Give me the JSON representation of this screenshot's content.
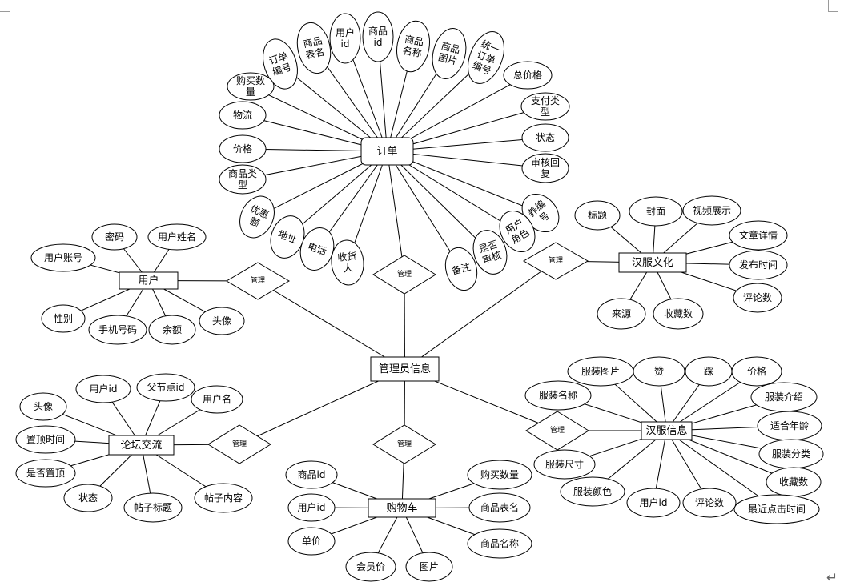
{
  "entities": {
    "order": "订单",
    "user": "用户",
    "admin": "管理员信息",
    "culture": "汉服文化",
    "forum": "论坛交流",
    "hanfu": "汉服信息",
    "cart": "购物车"
  },
  "relations": {
    "order_admin": "管理",
    "user_admin": "管理",
    "culture_admin": "管理",
    "forum_admin": "管理",
    "hanfu_admin": "管理",
    "cart_admin": "管理"
  },
  "order_attrs": {
    "order_no": "订单编号",
    "goods_table": "商品表名",
    "user_id": "用户id",
    "goods_id": "商品id",
    "goods_name": "商品名称",
    "goods_image": "商品图片",
    "unified_order_no": "统一订单编号",
    "total_price": "总价格",
    "pay_type": "支付类型",
    "status": "状态",
    "review_reply": "审核回复",
    "merchant_no": "养编号",
    "user_role": "用户角色",
    "is_reviewed": "是否审核",
    "remark": "备注",
    "receiver": "收货人",
    "phone": "电话",
    "address": "地址",
    "discount": "优惠额",
    "goods_type": "商品类型",
    "price": "价格",
    "logistics": "物流",
    "quantity": "购买数量"
  },
  "user_attrs": {
    "password": "密码",
    "name": "用户姓名",
    "account": "用户账号",
    "gender": "性别",
    "mobile": "手机号码",
    "balance": "余额",
    "avatar": "头像"
  },
  "culture_attrs": {
    "title": "标题",
    "cover": "封面",
    "video": "视频展示",
    "detail": "文章详情",
    "publish_time": "发布时间",
    "comment_count": "评论数",
    "favorite_count": "收藏数",
    "source": "来源"
  },
  "forum_attrs": {
    "user_id": "用户id",
    "parent_id": "父节点id",
    "username": "用户名",
    "avatar": "头像",
    "top_time": "置顶时间",
    "is_top": "是否置顶",
    "status": "状态",
    "post_title": "帖子标题",
    "post_content": "帖子内容"
  },
  "hanfu_attrs": {
    "image": "服装图片",
    "like": "赞",
    "dislike": "踩",
    "price": "价格",
    "name": "服装名称",
    "intro": "服装介绍",
    "age": "适合年龄",
    "category": "服装分类",
    "favorite_count": "收藏数",
    "last_click_time": "最近点击时间",
    "comment_count": "评论数",
    "user_id": "用户id",
    "color": "服装颜色",
    "size": "服装尺寸"
  },
  "cart_attrs": {
    "goods_id": "商品id",
    "user_id": "用户id",
    "unit_price": "单价",
    "member_price": "会员价",
    "image": "图片",
    "quantity": "购买数量",
    "goods_table": "商品表名",
    "goods_name": "商品名称"
  },
  "return_symbol": "↵"
}
